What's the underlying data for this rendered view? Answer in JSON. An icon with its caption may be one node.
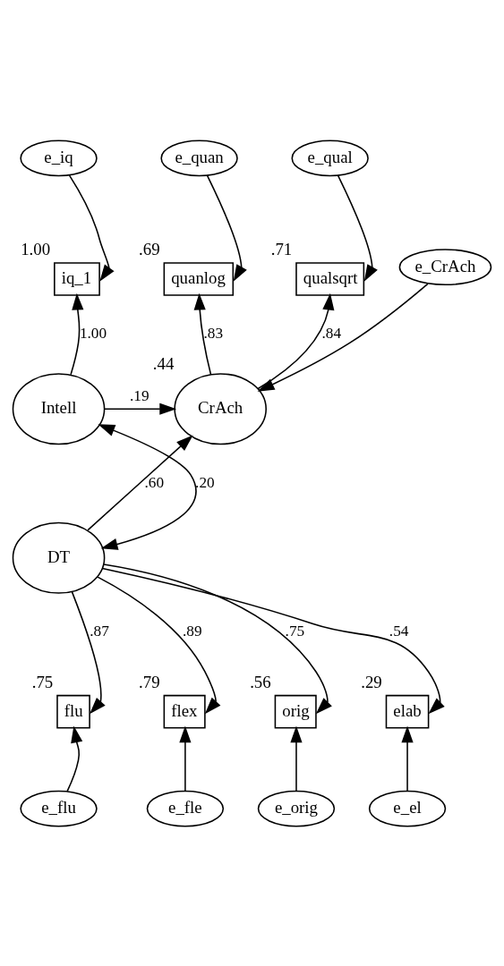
{
  "diagram": {
    "nodes": [
      {
        "text": [
          "e_qual"
        ]
      },
      {
        "text": [
          "qualsqrt"
        ],
        "beside": [
          ".71"
        ]
      },
      {
        "text": [
          "e_quan"
        ]
      },
      {
        "text": [
          "quanlog"
        ],
        "beside": [
          ".69"
        ]
      },
      {
        "text": [
          "e_CrAch"
        ]
      },
      {
        "text": [
          "CrAch"
        ],
        "beside": [
          ".44"
        ]
      },
      {
        "text": [
          "e_iq"
        ]
      },
      {
        "text": [
          "iq_1"
        ],
        "beside": [
          "1.00"
        ]
      },
      {
        "text": [
          "Intell"
        ]
      },
      {
        "text": [
          "DT"
        ]
      },
      {
        "text": [
          "flu"
        ],
        "beside": [
          ".75"
        ]
      },
      {
        "text": [
          "flex"
        ],
        "beside": [
          ".79"
        ]
      },
      {
        "text": [
          "orig"
        ],
        "beside": [
          ".56"
        ]
      },
      {
        "text": [
          "elab"
        ],
        "beside": [
          ".29"
        ]
      },
      {
        "text": [
          "e_flu"
        ]
      },
      {
        "text": [
          "e_fle"
        ]
      },
      {
        "text": [
          "e_orig"
        ]
      },
      {
        "text": [
          "e_el"
        ]
      }
    ],
    "edges": [
      {
        "from": 0,
        "to": 1,
        "arrow": "to"
      },
      {
        "from": 2,
        "to": 3,
        "arrow": "to"
      },
      {
        "from": 4,
        "to": 5,
        "arrow": "to"
      },
      {
        "from": 5,
        "to": 1,
        "arrow": "to",
        "label": ".84"
      },
      {
        "from": 5,
        "to": 3,
        "arrow": "to",
        "label": ".83"
      },
      {
        "from": 6,
        "to": 7,
        "arrow": "to"
      },
      {
        "from": 8,
        "to": 7,
        "arrow": "to",
        "label": "1.00"
      },
      {
        "from": 8,
        "to": 5,
        "arrow": "to",
        "label": ".19"
      },
      {
        "from": 9,
        "to": 5,
        "arrow": "to",
        "label": ".60"
      },
      {
        "from": 9,
        "to": 8,
        "arrow": "both",
        "label": ".20"
      },
      {
        "from": 9,
        "to": 10,
        "arrow": "to",
        "label": ".87"
      },
      {
        "from": 9,
        "to": 11,
        "arrow": "to",
        "label": ".89"
      },
      {
        "from": 9,
        "to": 12,
        "arrow": "to",
        "label": ".75"
      },
      {
        "from": 9,
        "to": 13,
        "arrow": "to",
        "label": ".54"
      },
      {
        "from": 14,
        "to": 10,
        "arrow": "to"
      },
      {
        "from": 15,
        "to": 11,
        "arrow": "to"
      },
      {
        "from": 16,
        "to": 12,
        "arrow": "to"
      },
      {
        "from": 17,
        "to": 13,
        "arrow": "to"
      }
    ]
  }
}
